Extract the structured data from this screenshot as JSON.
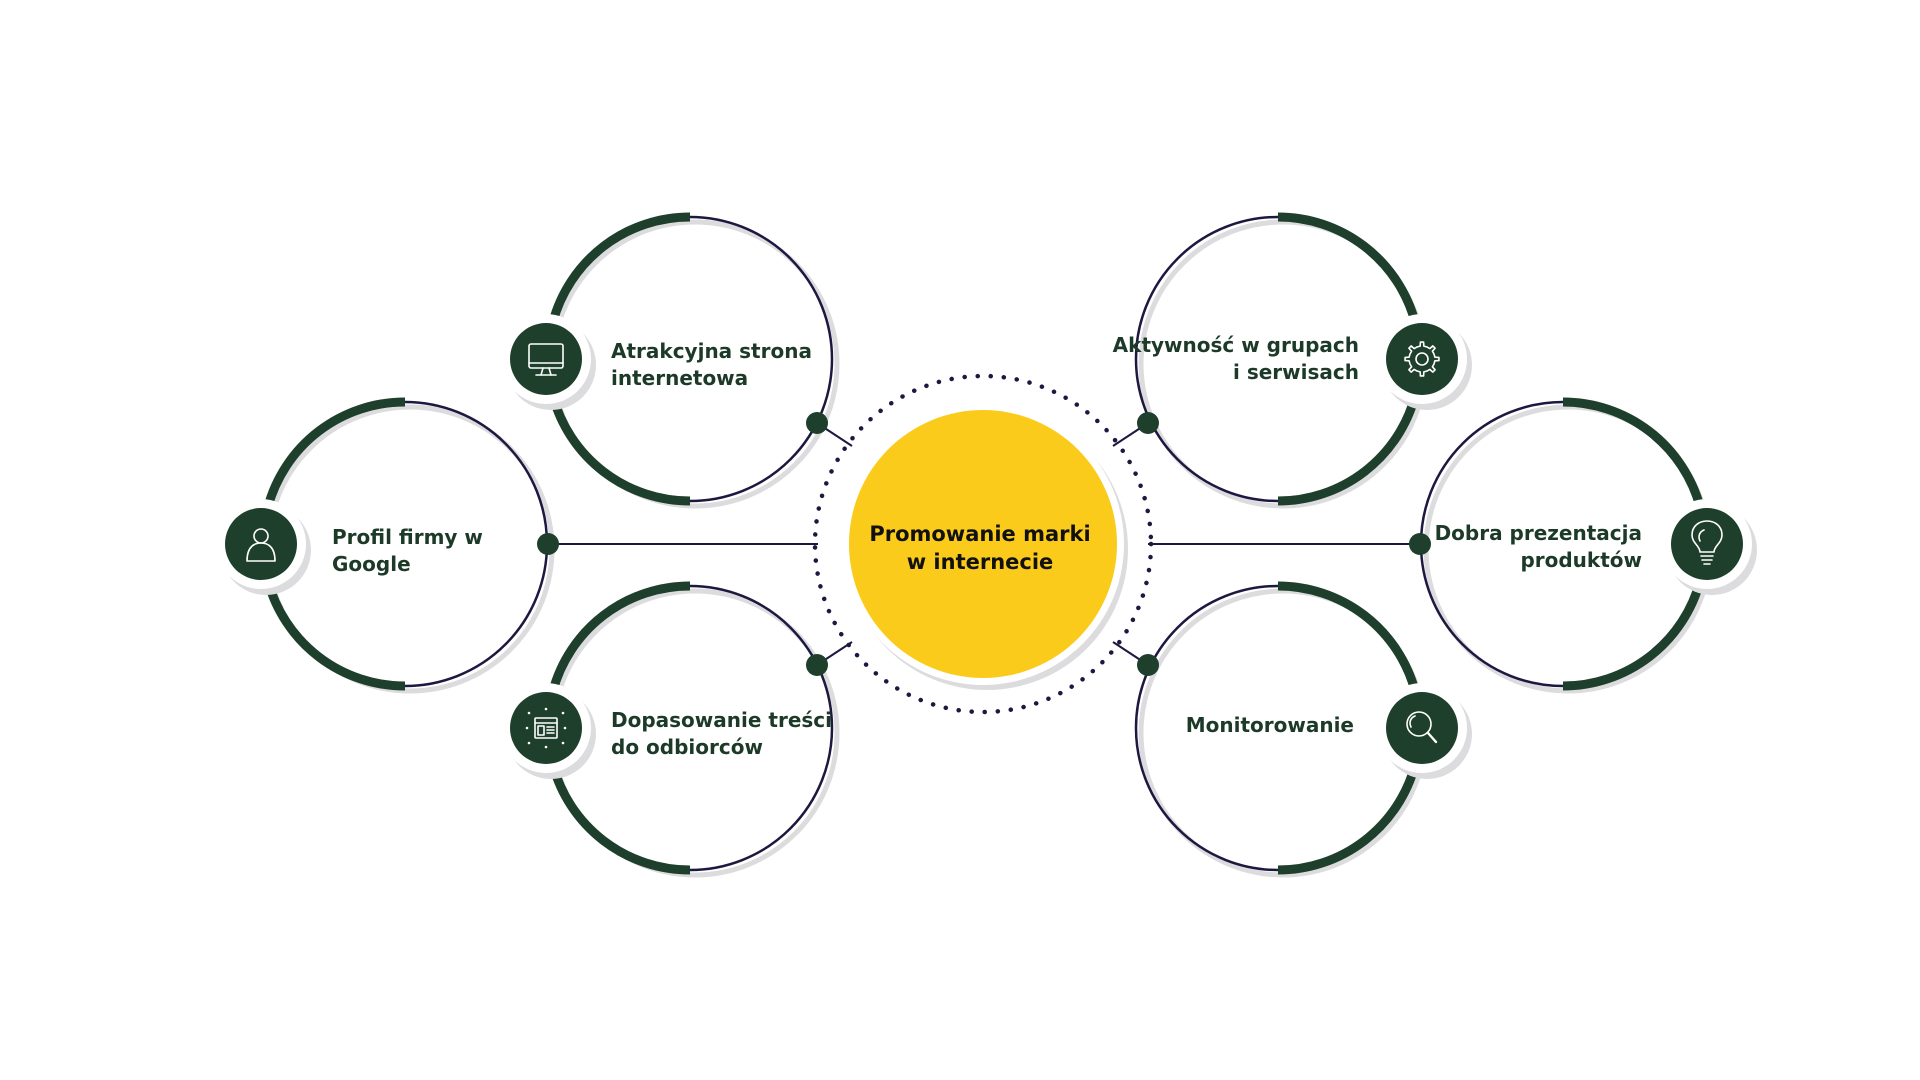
{
  "colors": {
    "dark_green": "#1e3f2b",
    "navy": "#1c1840",
    "yellow": "#fbcb1b",
    "shadow": "#dcdcdf",
    "text_dark": "#1c3a27",
    "center_text": "#111111",
    "white": "#ffffff"
  },
  "center": {
    "line1": "Promowanie marki",
    "line2": "w internecie"
  },
  "nodes": [
    {
      "id": "atrakcyjna-strona",
      "line1": "Atrakcyjna strona",
      "line2": "internetowa",
      "icon": "monitor-icon"
    },
    {
      "id": "profil-firmy",
      "line1": "Profil firmy w",
      "line2": "Google",
      "icon": "user-icon"
    },
    {
      "id": "dopasowanie-tresci",
      "line1": "Dopasowanie treści",
      "line2": "do odbiorców",
      "icon": "content-layout-icon"
    },
    {
      "id": "aktywnosc",
      "line1": "Aktywność w grupach",
      "line2": "i serwisach",
      "icon": "gear-icon"
    },
    {
      "id": "dobra-prezentacja",
      "line1": "Dobra prezentacja",
      "line2": "produktów",
      "icon": "lightbulb-icon"
    },
    {
      "id": "monitorowanie",
      "line1": "Monitorowanie",
      "line2": "",
      "icon": "magnifier-icon"
    }
  ]
}
